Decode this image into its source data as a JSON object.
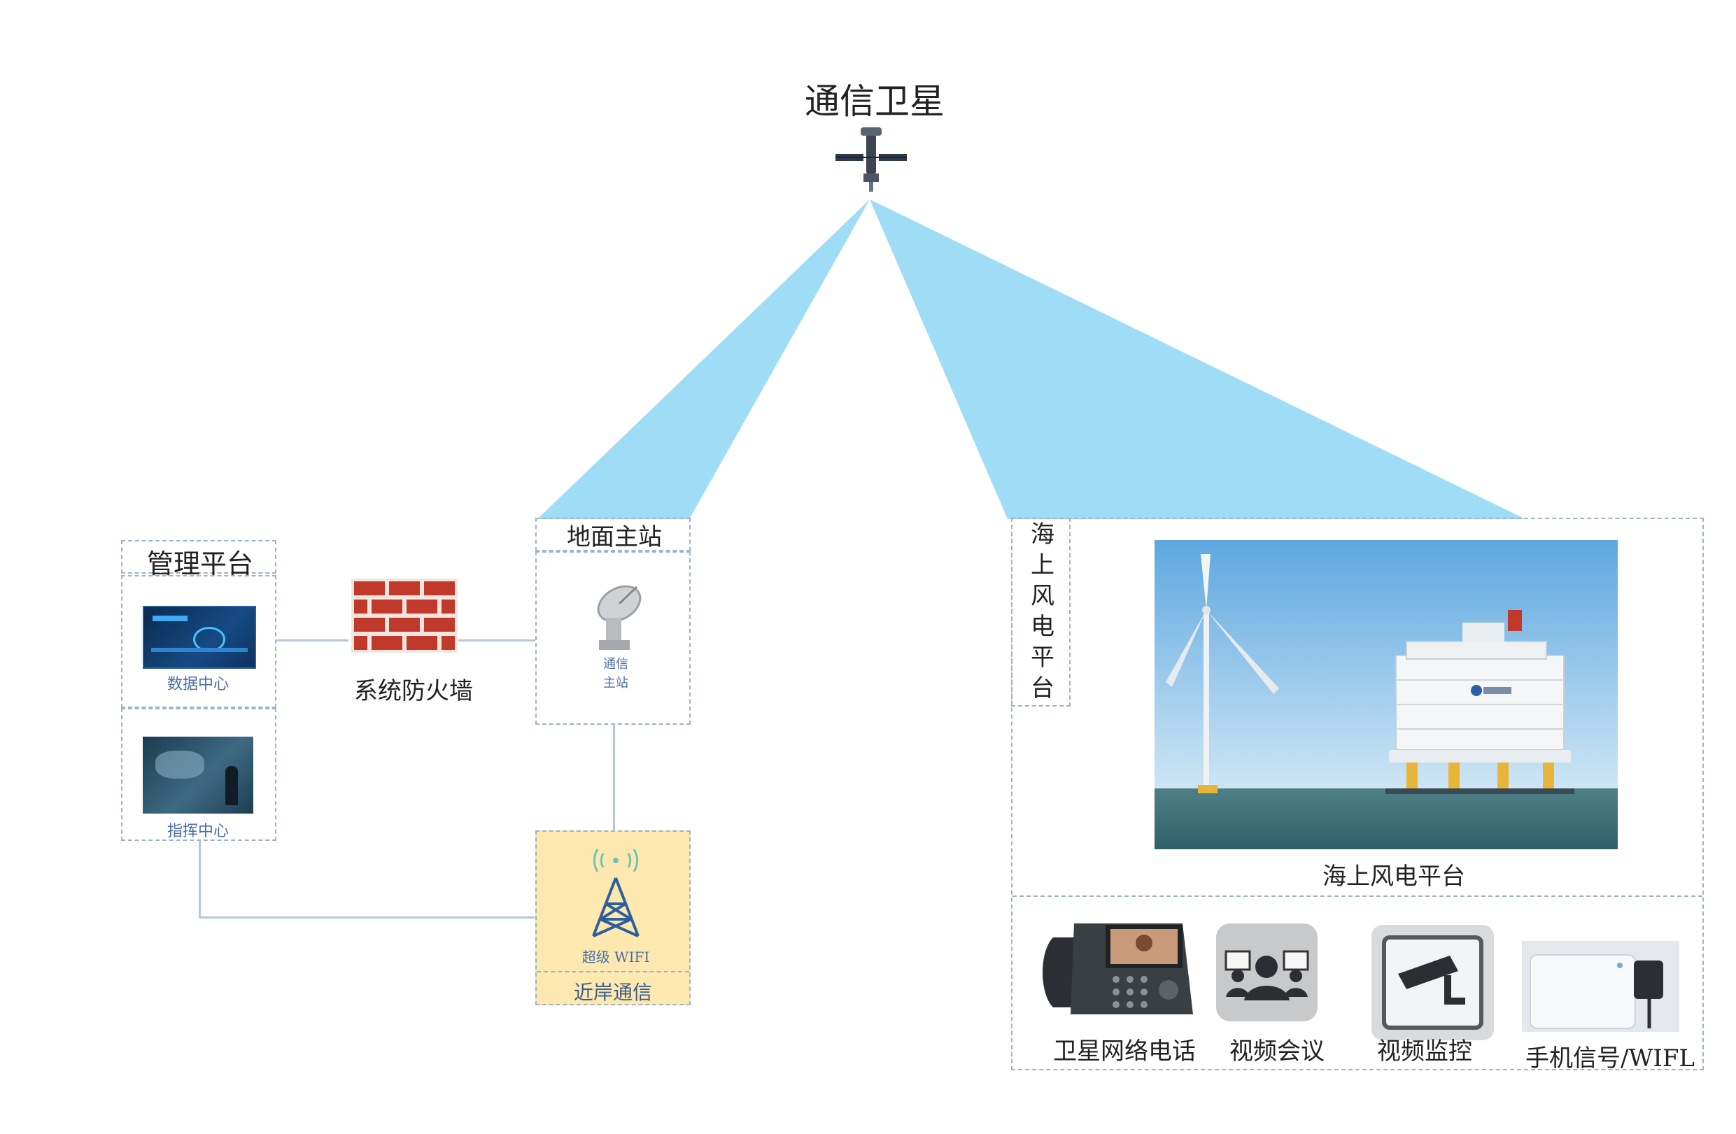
{
  "satellite": {
    "title": "通信卫星",
    "icon": "satellite-icon"
  },
  "ground_station": {
    "title": "地面主站",
    "caption_line1": "通信",
    "caption_line2": "主站",
    "icon": "satellite-dish-icon"
  },
  "management": {
    "title": "管理平台",
    "data_center": "数据中心",
    "command_center": "指挥中心"
  },
  "firewall": {
    "label": "系统防火墙",
    "icon": "brick-wall-icon"
  },
  "nearshore": {
    "tower_caption": "超级 WIFI",
    "label": "近岸通信",
    "icon": "wifi-tower-icon"
  },
  "offshore": {
    "vertical_title": [
      "海",
      "上",
      "风",
      "电",
      "平",
      "台"
    ],
    "photo_caption": "海上风电平台"
  },
  "services": [
    {
      "label": "卫星网络电话",
      "icon": "ip-phone-icon"
    },
    {
      "label": "视频会议",
      "icon": "video-conference-icon"
    },
    {
      "label": "视频监控",
      "icon": "cctv-camera-icon"
    },
    {
      "label": "手机信号/WIFL",
      "icon": "wifi-router-icon"
    }
  ],
  "colors": {
    "beam": "#9fdcf5",
    "border": "#9eb3c8",
    "nearshore_bg": "#fde9b0",
    "caption": "#4a6fa5"
  }
}
